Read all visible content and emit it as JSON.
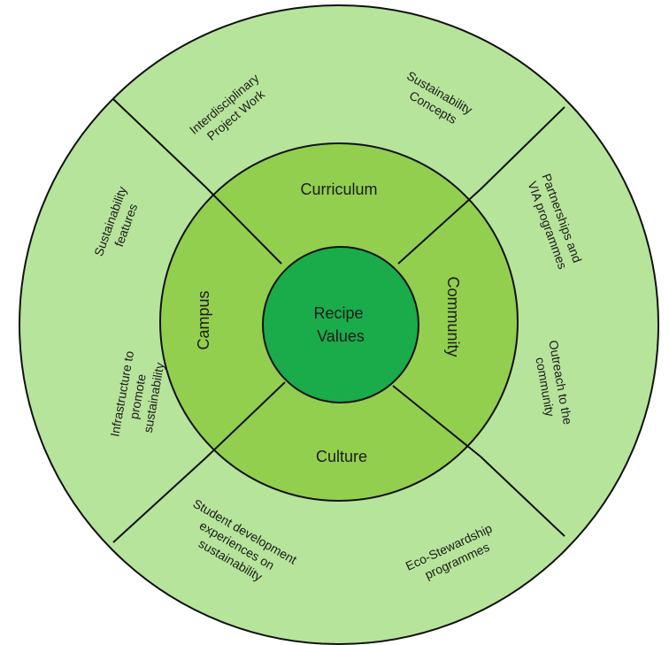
{
  "diagram": {
    "colors": {
      "outer_ring": "#b6e49b",
      "middle_ring": "#92cf4f",
      "center": "#1aab4b",
      "stroke": "#111111"
    },
    "center": {
      "line1": "Recipe",
      "line2": "Values"
    },
    "middle": {
      "curriculum": "Curriculum",
      "community": "Community",
      "culture": "Culture",
      "campus": "Campus"
    },
    "outer": {
      "interdisciplinary": [
        "Interdisciplinary",
        "Project Work"
      ],
      "sustainability_concepts": [
        "Sustainability",
        "Concepts"
      ],
      "partnerships": [
        "Partnerships and",
        "VIA programmes"
      ],
      "outreach": [
        "Outreach to the",
        "community"
      ],
      "eco_stewardship": [
        "Eco-Stewardship",
        "programmes"
      ],
      "student_development": [
        "Student development",
        "experiences on",
        "sustainability"
      ],
      "infrastructure": [
        "Infrastructure to",
        "promote",
        "sustainability"
      ],
      "sustainability_features": [
        "Sustainability",
        "features"
      ]
    }
  }
}
